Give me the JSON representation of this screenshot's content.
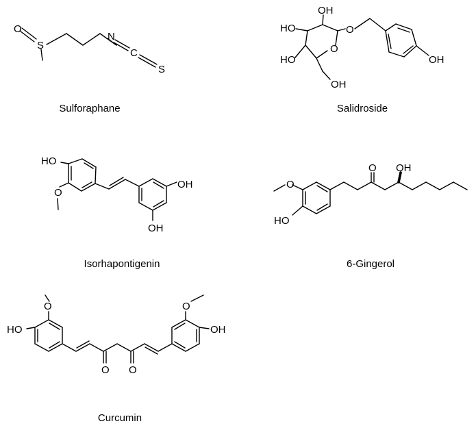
{
  "molecules": [
    {
      "name": "Sulforaphane",
      "atoms": {
        "O": "O",
        "S": "S",
        "N": "N",
        "C": "C",
        "S2": "S"
      }
    },
    {
      "name": "Salidroside",
      "atoms": {
        "OH_top": "OH",
        "HO_left": "HO",
        "O_link": "O",
        "HO_left2": "HO",
        "O_ring": "O",
        "OH_phenol": "OH",
        "OH_ch2": "OH"
      }
    },
    {
      "name": "Isorhapontigenin",
      "atoms": {
        "HO": "HO",
        "O_methoxy": "O",
        "OH_right": "OH",
        "OH_bottom": "OH"
      }
    },
    {
      "name": "6-Gingerol",
      "atoms": {
        "O_ketone": "O",
        "OH": "OH",
        "O_methoxy": "O",
        "HO": "HO"
      }
    },
    {
      "name": "Curcumin",
      "atoms": {
        "O_methoxy_left": "O",
        "HO_left": "HO",
        "O_methoxy_right": "O",
        "OH_right": "OH",
        "O_ketone1": "O",
        "O_ketone2": "O"
      }
    }
  ],
  "colors": {
    "ink": "#000000",
    "background": "#ffffff"
  }
}
